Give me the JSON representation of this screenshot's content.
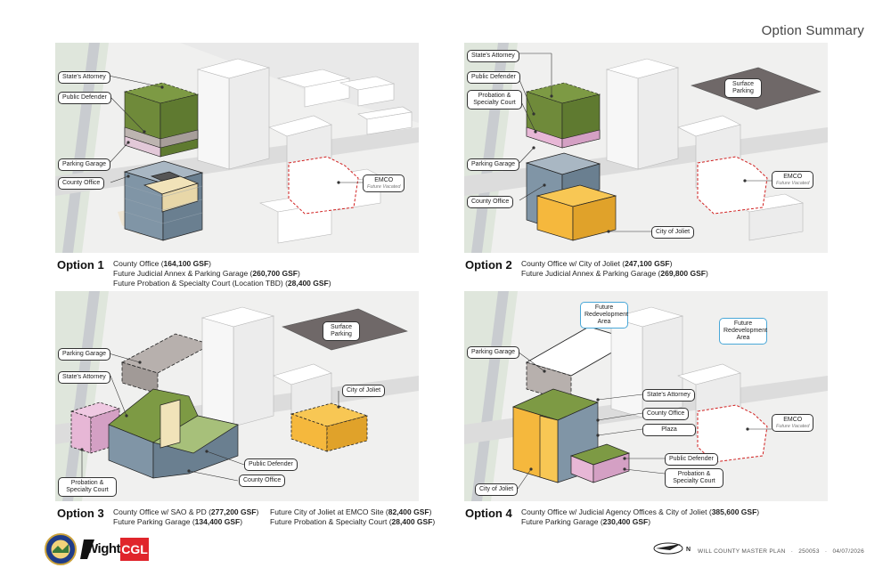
{
  "title": "Option Summary",
  "colors": {
    "green": "#7d9a44",
    "blue_gray": "#8095a6",
    "yellow": "#f5b83d",
    "pink": "#e7b7d6",
    "surface": "#6f6868",
    "redevelop_border": "#4aa8d8",
    "emco_dash": "#d11f1f"
  },
  "options": [
    {
      "name": "Option 1",
      "lines": [
        {
          "text": "County Office (",
          "value": "164,100 GSF",
          "end": ")"
        },
        {
          "text": "Future Judicial Annex & Parking Garage (",
          "value": "260,700 GSF",
          "end": ")"
        },
        {
          "text": "Future Probation & Specialty Court (Location TBD) (",
          "value": "28,400 GSF",
          "end": ")"
        }
      ],
      "labels": {
        "states_attorney": "State's Attorney",
        "public_defender": "Public Defender",
        "parking_garage": "Parking Garage",
        "county_office": "County Office",
        "emco": "EMCO",
        "emco_sub": "Future Vacated"
      }
    },
    {
      "name": "Option 2",
      "lines": [
        {
          "text": "County Office w/ City of Joliet (",
          "value": "247,100 GSF",
          "end": ")"
        },
        {
          "text": "Future Judicial Annex & Parking Garage (",
          "value": "269,800 GSF",
          "end": ")"
        }
      ],
      "labels": {
        "states_attorney": "State's Attorney",
        "public_defender": "Public Defender",
        "probation": "Probation & Specialty Court",
        "parking_garage": "Parking Garage",
        "county_office": "County Office",
        "city_of_joliet": "City of Joliet",
        "surface_parking": "Surface Parking",
        "emco": "EMCO",
        "emco_sub": "Future Vacated"
      }
    },
    {
      "name": "Option 3",
      "lines": [
        {
          "text": "County Office w/ SAO & PD (",
          "value": "277,200 GSF",
          "end": ")"
        },
        {
          "text": "Future Parking Garage (",
          "value": "134,400 GSF",
          "end": ")"
        },
        {
          "text": "Future City of Joliet at EMCO Site (",
          "value": "82,400 GSF",
          "end": ")"
        },
        {
          "text": "Future Probation & Specialty Court (",
          "value": "28,400 GSF",
          "end": ")"
        }
      ],
      "labels": {
        "parking_garage": "Parking Garage",
        "states_attorney": "State's Attorney",
        "probation": "Probation & Specialty Court",
        "public_defender": "Public Defender",
        "county_office": "County Office",
        "city_of_joliet": "City of Joliet",
        "surface_parking": "Surface Parking"
      }
    },
    {
      "name": "Option 4",
      "lines": [
        {
          "text": "County Office w/ Judicial Agency Offices & City of Joliet (",
          "value": "385,600 GSF",
          "end": ")"
        },
        {
          "text": "Future Parking Garage (",
          "value": "230,400 GSF",
          "end": ")"
        }
      ],
      "labels": {
        "future_redev_1": "Future Redevelopment Area",
        "future_redev_2": "Future Redevelopment Area",
        "parking_garage": "Parking Garage",
        "states_attorney": "State's Attorney",
        "county_office": "County Office",
        "plaza": "Plaza",
        "public_defender": "Public Defender",
        "probation": "Probation & Specialty Court",
        "city_of_joliet": "City of Joliet",
        "emco": "EMCO",
        "emco_sub": "Future Vacated"
      }
    }
  ],
  "footer": {
    "project": "WILL COUNTY MASTER PLAN",
    "number": "250053",
    "date": "04/07/2026",
    "north": "N"
  },
  "logos": {
    "wight": "Wight",
    "cgl": "CGL"
  }
}
